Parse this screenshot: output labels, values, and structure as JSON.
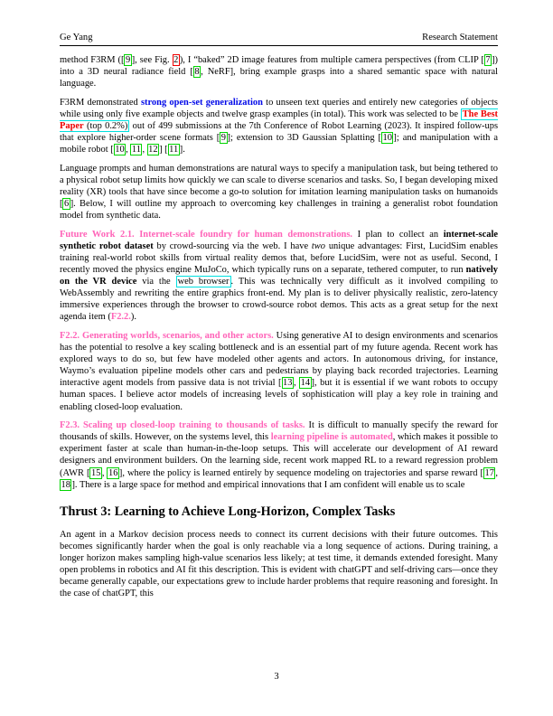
{
  "header": {
    "left": "Ge Yang",
    "right": "Research Statement"
  },
  "footer": {
    "page_number": "3"
  },
  "colors": {
    "citation_box_green": "#00d400",
    "figure_ref_box_red": "#f00000",
    "url_box_cyan": "#00e0e0",
    "emphasis_blue": "#0008e8",
    "emphasis_red": "#ee0000",
    "heading_pink": "#ff63b8"
  },
  "content": {
    "blocks": [
      {
        "type": "p",
        "name": "paragraph-f3rm-method",
        "segments": [
          {
            "t": "method F3RM  ([",
            "s": ""
          },
          {
            "t": "9",
            "s": "cite",
            "n": "citation-link-9",
            "link": true
          },
          {
            "t": "], see Fig. ",
            "s": ""
          },
          {
            "t": "2",
            "s": "figbox",
            "n": "figure-ref-link-2",
            "link": true
          },
          {
            "t": "), I “baked” 2D image features from multiple camera perspectives (from CLIP [",
            "s": ""
          },
          {
            "t": "7",
            "s": "cite",
            "n": "citation-link-7",
            "link": true
          },
          {
            "t": "]) into a 3D neural radiance field [",
            "s": ""
          },
          {
            "t": "8",
            "s": "cite",
            "n": "citation-link-8",
            "link": true
          },
          {
            "t": ", NeRF], bring example grasps into a shared semantic space with natural language.",
            "s": ""
          }
        ]
      },
      {
        "type": "p",
        "name": "paragraph-best-paper",
        "segments": [
          {
            "t": "F3RM demonstrated ",
            "s": ""
          },
          {
            "t": "strong open-set generalization",
            "s": "b blue",
            "n": "emphasis-open-set-generalization"
          },
          {
            "t": " to unseen text queries and entirely new categories of objects while using only five example objects and twelve grasp examples (in total). This work was selected to be ",
            "s": ""
          },
          {
            "s": "cyanbox",
            "n": "best-paper-award-link",
            "link": true,
            "children": [
              {
                "t": "The Best Paper",
                "s": "b red",
                "n": "best-paper-label"
              },
              {
                "t": " (top 0.2%)",
                "s": "",
                "n": "best-paper-percent"
              }
            ]
          },
          {
            "t": " out of 499 submissions at the 7th Conference of Robot Learning (2023). It inspired follow-ups that explore higher-order scene formats [",
            "s": ""
          },
          {
            "t": "9",
            "s": "cite",
            "n": "citation-link-9",
            "link": true
          },
          {
            "t": "]; extension to 3D Gaussian Splatting [",
            "s": ""
          },
          {
            "t": "10",
            "s": "cite",
            "n": "citation-link-10",
            "link": true
          },
          {
            "t": "]; and manipulation with a mobile robot [",
            "s": ""
          },
          {
            "t": "10",
            "s": "cite",
            "n": "citation-link-10",
            "link": true
          },
          {
            "t": ", ",
            "s": ""
          },
          {
            "t": "11",
            "s": "cite",
            "n": "citation-link-11",
            "link": true
          },
          {
            "t": ", ",
            "s": ""
          },
          {
            "t": "12",
            "s": "cite",
            "n": "citation-link-12",
            "link": true
          },
          {
            "t": "] [",
            "s": ""
          },
          {
            "t": "11",
            "s": "cite",
            "n": "citation-link-11",
            "link": true
          },
          {
            "t": "].",
            "s": ""
          }
        ]
      },
      {
        "type": "p",
        "name": "paragraph-xr-tools",
        "segments": [
          {
            "t": "Language prompts and human demonstrations are natural ways to specify a manipulation task, but being tethered to a physical robot setup limits how quickly we can scale to diverse scenarios and tasks. So, I began developing mixed reality (XR) tools that have since become a go-to solution for imitation learning manipulation tasks on humanoids [",
            "s": ""
          },
          {
            "t": "6",
            "s": "cite",
            "n": "citation-link-6",
            "link": true
          },
          {
            "t": "]. Below, I will outline my approach to overcoming key challenges in training a generalist robot foundation model from synthetic data.",
            "s": ""
          }
        ]
      },
      {
        "type": "p",
        "name": "paragraph-future-work-2-1",
        "segments": [
          {
            "t": "Future Work 2.1. Internet-scale foundry for human demonstrations.",
            "s": "b pink",
            "n": "future-work-2-1-heading"
          },
          {
            "t": " I plan to collect an ",
            "s": ""
          },
          {
            "t": "internet-scale synthetic robot dataset",
            "s": "b",
            "n": "emphasis-internet-scale-dataset"
          },
          {
            "t": " by crowd-sourcing via the web. I have ",
            "s": ""
          },
          {
            "t": "two",
            "s": "i"
          },
          {
            "t": " unique advantages: First, LucidSim enables training real-world robot skills from virtual reality demos that, before LucidSim, were not as useful. Second, I recently moved the physics engine MuJoCo, which typically runs on a separate, tethered computer, to run ",
            "s": ""
          },
          {
            "t": "natively on the VR device",
            "s": "b",
            "n": "emphasis-natively-on-vr"
          },
          {
            "t": " via the ",
            "s": ""
          },
          {
            "t": "web browser",
            "s": "cyanbox",
            "n": "web-browser-url-link",
            "link": true
          },
          {
            "t": ". This was technically very difficult as it involved compiling to WebAssembly and rewriting the entire graphics front-end. My plan is to deliver physically realistic, zero-latency immersive experiences through the browser to crowd-source robot demos. This acts as a great setup for the next agenda item (",
            "s": ""
          },
          {
            "t": "F2.2.",
            "s": "b pink",
            "n": "ref-link-f2-2",
            "link": true
          },
          {
            "t": ").",
            "s": ""
          }
        ]
      },
      {
        "type": "p",
        "name": "paragraph-f2-2",
        "segments": [
          {
            "t": "F2.2. Generating worlds, scenarios, and other actors.",
            "s": "b pink",
            "n": "f2-2-heading"
          },
          {
            "t": " Using generative AI to design environments and scenarios has the potential to resolve a key scaling bottleneck and is an essential part of my future agenda.  Recent work has explored ways to do so, but few have modeled other agents and actors. In autonomous driving, for instance, Waymo’s evaluation pipeline models other cars and pedestrians by playing back recorded trajectories.  Learning interactive agent models from passive data is not trivial [",
            "s": ""
          },
          {
            "t": "13",
            "s": "cite",
            "n": "citation-link-13",
            "link": true
          },
          {
            "t": ", ",
            "s": ""
          },
          {
            "t": "14",
            "s": "cite",
            "n": "citation-link-14",
            "link": true
          },
          {
            "t": "], but it is essential if we want robots to occupy human spaces.  I believe actor models of increasing levels of sophistication will play a key role in training and enabling closed-loop evaluation.",
            "s": ""
          }
        ]
      },
      {
        "type": "p",
        "name": "paragraph-f2-3",
        "segments": [
          {
            "t": "F2.3. Scaling up closed-loop training to thousands of tasks.",
            "s": "b pink",
            "n": "f2-3-heading"
          },
          {
            "t": " It is difficult to manually specify the reward for thousands of skills.  However, on the systems level, this ",
            "s": ""
          },
          {
            "t": "learning pipeline is automated",
            "s": "b pink",
            "n": "emphasis-pipeline-automated"
          },
          {
            "t": ", which makes it possible to experiment faster at scale than human-in-the-loop setups.  This will accelerate our development of AI reward designers and environment builders. On the learning side, recent work mapped RL to a reward regression problem (AWR [",
            "s": ""
          },
          {
            "t": "15",
            "s": "cite",
            "n": "citation-link-15",
            "link": true
          },
          {
            "t": ", ",
            "s": ""
          },
          {
            "t": "16",
            "s": "cite",
            "n": "citation-link-16",
            "link": true
          },
          {
            "t": "], where the policy is learned entirely by sequence modeling on trajectories and sparse reward [",
            "s": ""
          },
          {
            "t": "17",
            "s": "cite",
            "n": "citation-link-17",
            "link": true
          },
          {
            "t": ", ",
            "s": ""
          },
          {
            "t": "18",
            "s": "cite",
            "n": "citation-link-18",
            "link": true
          },
          {
            "t": "]. There is a large space for method and empirical innovations that I am confident will enable us to scale",
            "s": ""
          }
        ]
      },
      {
        "type": "heading",
        "name": "section-heading-thrust-3",
        "segments": [
          {
            "t": "Thrust 3: Learning to Achieve Long-Horizon, Complex Tasks",
            "s": "",
            "n": "thrust-3-title"
          }
        ]
      },
      {
        "type": "p",
        "name": "paragraph-markov",
        "segments": [
          {
            "t": "An agent in a Markov decision process needs to connect its current decisions with their future outcomes.  This becomes significantly harder when the goal is only reachable via a long sequence of actions.  During training, a longer horizon makes sampling high-value scenarios less likely; at test time, it demands extended foresight.  Many open problems in robotics and AI fit this description. This is evident with chatGPT and self-driving cars—once they became generally capable, our expectations grew to include harder problems that require reasoning and foresight. In the case of chatGPT, this",
            "s": ""
          }
        ]
      }
    ]
  }
}
